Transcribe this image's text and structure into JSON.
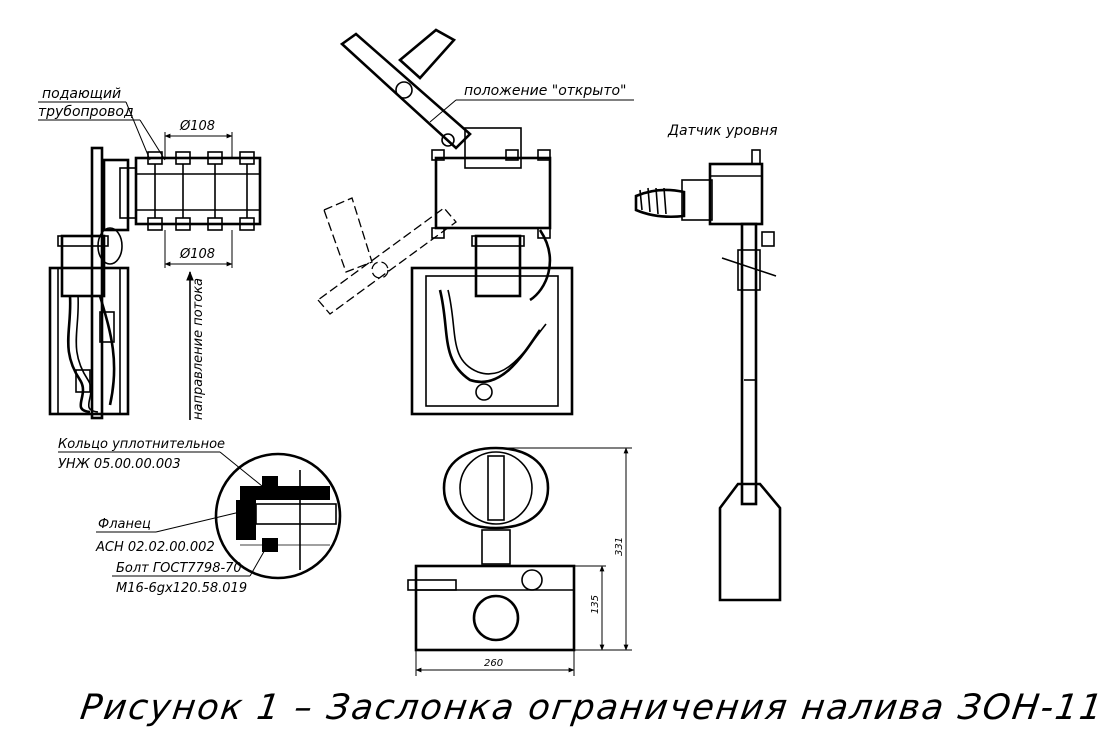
{
  "labels": {
    "supply_pipe_line1": "подающий",
    "supply_pipe_line2": "трубопровод",
    "diameter_top": "Ø108",
    "diameter_bottom": "Ø108",
    "flow_direction": "направление потока",
    "open_position": "положение \"открыто\"",
    "level_sensor": "Датчик уровня",
    "seal_ring_line1": "Кольцо уплотнительное",
    "seal_ring_line2": "УНЖ 05.00.00.003",
    "flange_line1": "Фланец",
    "flange_line2": "АСН 02.02.00.002",
    "bolt_line1": "Болт ГОСТ7798-70",
    "bolt_line2": "М16-6gx120.58.019",
    "dim_height_total": "331",
    "dim_height_lower": "135",
    "dim_width": "260"
  },
  "caption": "Рисунок 1 – Заслонка ограничения налива ЗОН-11"
}
